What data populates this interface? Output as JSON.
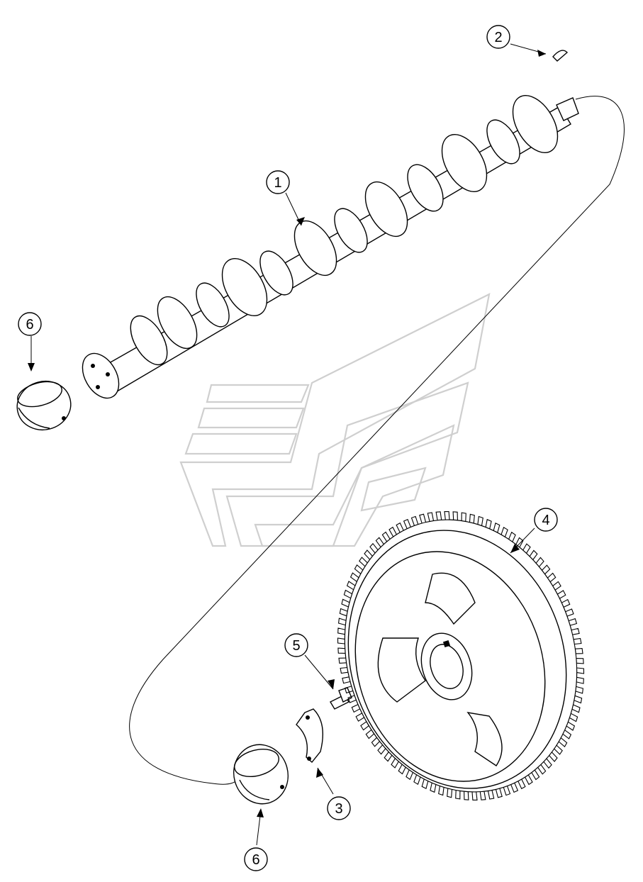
{
  "diagram": {
    "callouts": [
      {
        "id": "camshaft",
        "label": "1"
      },
      {
        "id": "key",
        "label": "2"
      },
      {
        "id": "thrust-plate",
        "label": "3"
      },
      {
        "id": "camshaft-gear",
        "label": "4"
      },
      {
        "id": "bolt",
        "label": "5"
      },
      {
        "id": "bushing-top",
        "label": "6"
      },
      {
        "id": "bushing-bottom",
        "label": "6"
      }
    ]
  }
}
